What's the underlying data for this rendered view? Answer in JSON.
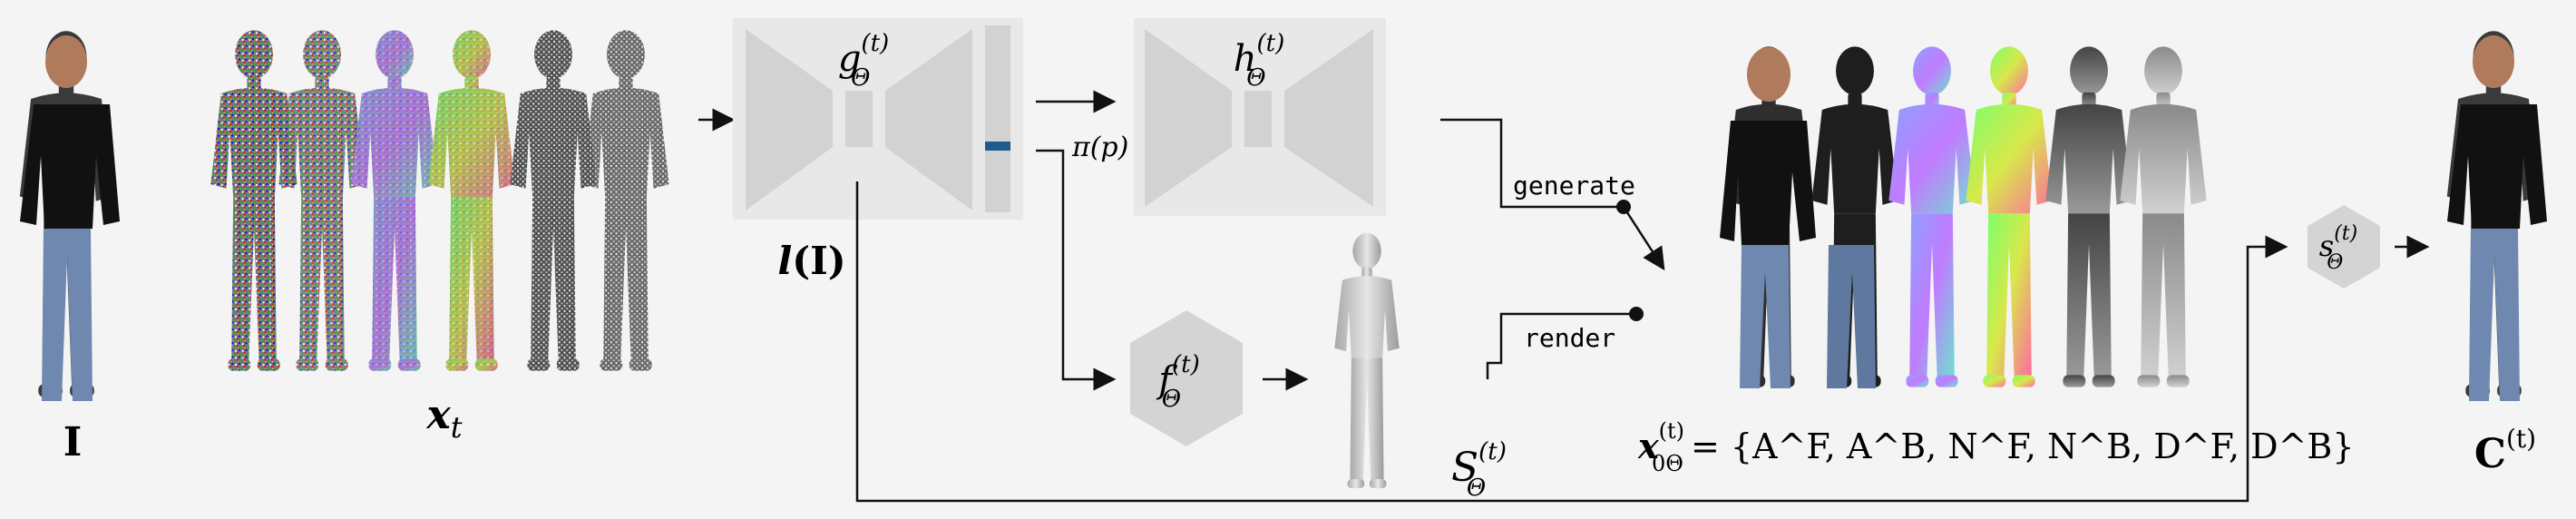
{
  "labels": {
    "input_image": "I",
    "noisy_input_main": "x",
    "noisy_input_sub": "t",
    "g_main": "g",
    "g_sup": "(t)",
    "g_sub": "Θ",
    "h_main": "h",
    "h_sup": "(t)",
    "h_sub": "Θ",
    "f_main": "f",
    "f_sup": "(t)",
    "f_sub": "Θ",
    "s_main": "s",
    "s_sup": "(t)",
    "s_sub": "Θ",
    "feature_main": "l",
    "feature_arg": "(I)",
    "pi_p": "π(p)",
    "mesh_main": "S",
    "mesh_sup": "(t)",
    "mesh_sub": "Θ",
    "generate": "generate",
    "render": "render",
    "output_set_main": "x",
    "output_set_sup": "(t)",
    "output_set_sub": "0Θ",
    "output_set_rhs": "= {A^F, A^B, N^F, N^B, D^F, D^B}",
    "output_image_main": "C",
    "output_image_sup": "(t)"
  },
  "colors": {
    "background": "#f4f4f4",
    "block": "#e8e8e8",
    "block_shape": "#d2d2d2",
    "accent_bar": "#1f5a8c",
    "arrow": "#111111",
    "mesh": "#c8c8c8"
  },
  "icons": {
    "person": "person-photo",
    "noise": "noisy-person",
    "normal": "normal-map-person",
    "depth": "depth-map-person",
    "mesh": "3d-mesh-person"
  }
}
